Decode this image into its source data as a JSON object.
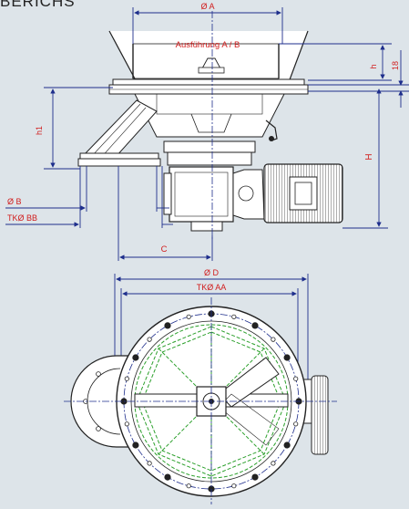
{
  "page": {
    "heading": "BERICHS"
  },
  "labels": {
    "version": "Ausführung A / B",
    "dim_a": "Ø A",
    "dim_h": "h",
    "dim_18": "18",
    "dim_h1": "h1",
    "dim_H": "H",
    "dim_b": "Ø B",
    "dim_bb": "TKØ BB",
    "dim_c": "C",
    "dim_d": "Ø D",
    "dim_aa": "TKØ AA"
  },
  "colors": {
    "background": "#dde4e9",
    "dimension": "#1e2e8c",
    "label": "#d11c1c",
    "centerline": "#1e2e8c",
    "vanes": "#2ca02c",
    "outline": "#222222"
  }
}
